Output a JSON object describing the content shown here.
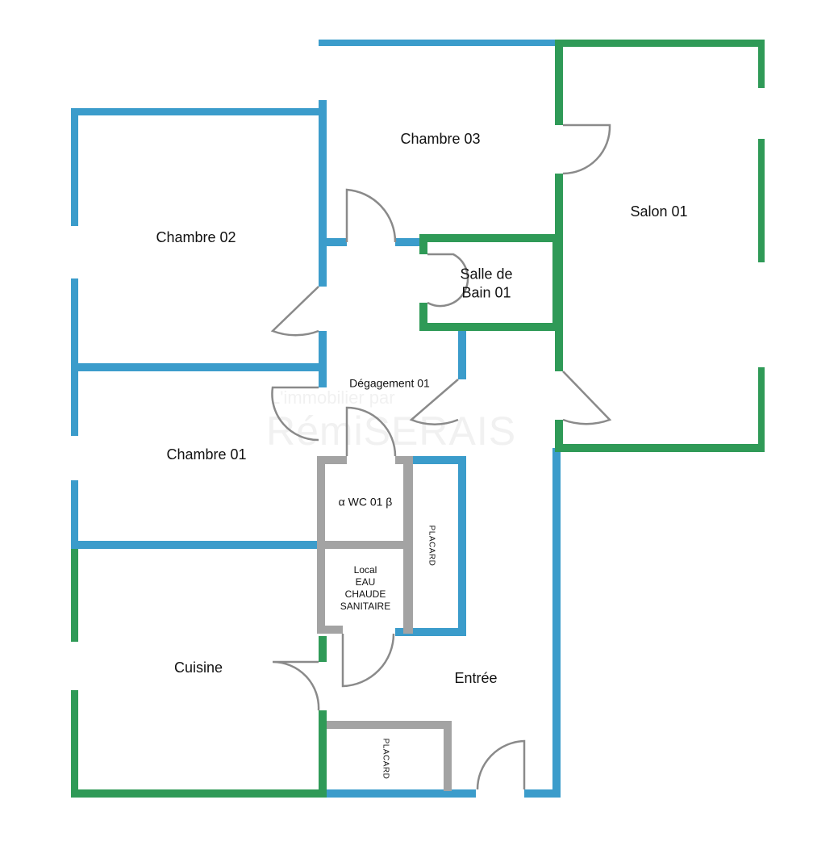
{
  "colors": {
    "blue_wall": "#3b9ccb",
    "green_wall": "#2f9a57",
    "gray_wall": "#a3a3a3",
    "door": "#8a8a8a"
  },
  "rooms": {
    "chambre03": "Chambre 03",
    "salon01": "Salon 01",
    "chambre02": "Chambre 02",
    "salle_de_bain_line1": "Salle de",
    "salle_de_bain_line2": "Bain 01",
    "degagement01": "Dégagement 01",
    "chambre01": "Chambre 01",
    "wc01": "α  WC 01 β",
    "local_line1": "Local",
    "local_line2": "EAU",
    "local_line3": "CHAUDE",
    "local_line4": "SANITAIRE",
    "placard_upper": "PLACARD",
    "cuisine": "Cuisine",
    "entree": "Entrée",
    "placard_lower": "PLACARD"
  },
  "watermark": {
    "line1": "L'immobilier par",
    "line2": "RémiSERAIS"
  }
}
